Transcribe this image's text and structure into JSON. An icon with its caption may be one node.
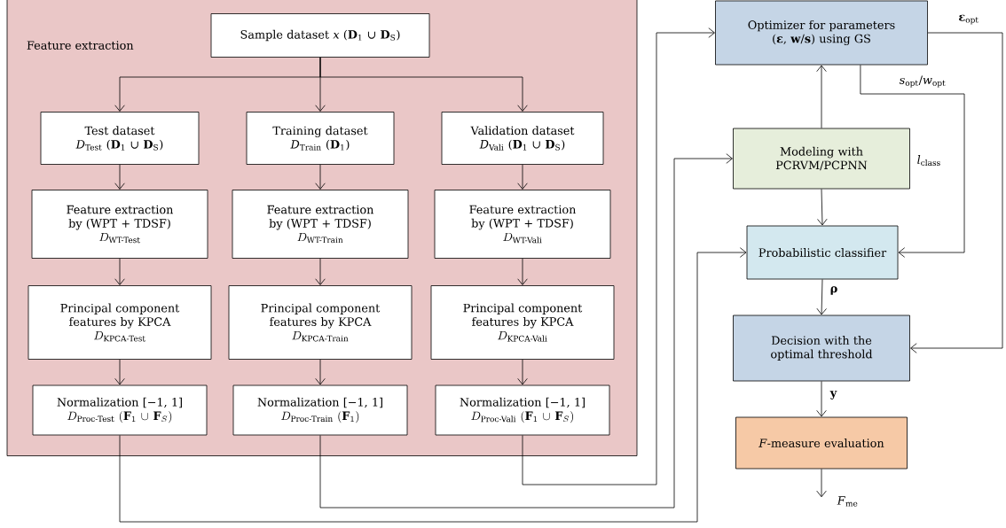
{
  "diagram": {
    "nodes": [
      {
        "text": [
          "Feature extraction"
        ]
      },
      {
        "text": [
          "Sample dataset *x* (**D**$_{1}$ ∪ **D**$_{S}$)"
        ],
        "in": 0
      },
      {
        "text": [
          "Test dataset *D*$_{Test}$ (**D**$_{1}$ ∪ **D**$_{S}$)"
        ],
        "in": 0
      },
      {
        "text": [
          "Training dataset *D*$_{Train}$ (**D**$_{1}$)"
        ],
        "in": 0
      },
      {
        "text": [
          "Validation dataset *D*$_{Vali}$ (**D**$_{1}$ ∪ **D**$_{S}$)"
        ],
        "in": 0
      },
      {
        "text": [
          "Feature extraction by (WPT + TDSF)",
          "D_{\\text{WT-Test}}"
        ],
        "in": 0
      },
      {
        "text": [
          "Feature extraction by (WPT + TDSF)",
          "D_{\\text{WT-Train}}"
        ],
        "in": 0
      },
      {
        "text": [
          "Feature extraction by (WPT + TDSF)",
          "D_{\\text{WT-Vali}}"
        ],
        "in": 0
      },
      {
        "text": [
          "Principal component features by KPCA",
          "D_{\\text{KPCA-Test}}"
        ],
        "in": 0
      },
      {
        "text": [
          "Principal component features by KPCA",
          "D_{\\text{KPCA-Train}}"
        ],
        "in": 0
      },
      {
        "text": [
          "Principal component features by KPCA",
          "D_{\\text{KPCA-Vali}}"
        ],
        "in": 0
      },
      {
        "text": [
          "Normalization [−1, 1]",
          "D_{\\text{Proc-Test}}\\ (\\mathbf{F}_1 \\cup \\mathbf{F}_S)"
        ],
        "in": 0
      },
      {
        "text": [
          "Normalization [−1, 1]",
          "D_{\\text{Proc-Train}}\\ (\\mathbf{F}_1)"
        ],
        "in": 0
      },
      {
        "text": [
          "Normalization [−1, 1]",
          "D_{\\text{Proc-Vali}}\\ (\\mathbf{F}_1 \\cup \\mathbf{F}_S)"
        ],
        "in": 0
      },
      {
        "text": [
          "Optimizer for parameters (**ε**, **w**/**s**) using GS"
        ]
      },
      {
        "text": [
          "Modeling with PCRVM/PCPNN"
        ],
        "beside": [
          "*l*$_{class}$"
        ]
      },
      {
        "text": [
          "Probabilistic classifier"
        ]
      },
      {
        "text": [
          "Decision with the optimal threshold"
        ]
      },
      {
        "text": [
          "*F*-measure evaluation"
        ]
      }
    ],
    "edges": [
      {
        "from": 1,
        "to": 2,
        "arrow": "to"
      },
      {
        "from": 1,
        "to": 3,
        "arrow": "to"
      },
      {
        "from": 1,
        "to": 4,
        "arrow": "to"
      },
      {
        "from": 2,
        "to": 5,
        "arrow": "to"
      },
      {
        "from": 3,
        "to": 6,
        "arrow": "to"
      },
      {
        "from": 4,
        "to": 7,
        "arrow": "to"
      },
      {
        "from": 5,
        "to": 8,
        "arrow": "to"
      },
      {
        "from": 6,
        "to": 9,
        "arrow": "to"
      },
      {
        "from": 7,
        "to": 10,
        "arrow": "to"
      },
      {
        "from": 8,
        "to": 11,
        "arrow": "to"
      },
      {
        "from": 9,
        "to": 12,
        "arrow": "to"
      },
      {
        "from": 10,
        "to": 13,
        "arrow": "to"
      },
      {
        "from": 13,
        "to": 14,
        "arrow": "to"
      },
      {
        "from": 12,
        "to": 15,
        "arrow": "to"
      },
      {
        "from": 11,
        "to": 16,
        "arrow": "to"
      },
      {
        "from": 15,
        "to": 14,
        "arrow": "to"
      },
      {
        "from": 15,
        "to": 16,
        "arrow": "to"
      },
      {
        "from": 14,
        "to": 16,
        "arrow": "to",
        "label": "*s*$_{opt}$/*w*$_{opt}$"
      },
      {
        "from": 14,
        "to": 17,
        "arrow": "to",
        "label": "**ε**$_{opt}$"
      },
      {
        "from": 16,
        "to": 17,
        "arrow": "to",
        "label": "ρ"
      },
      {
        "from": 17,
        "to": 18,
        "arrow": "to",
        "label": "y"
      },
      {
        "from": 18,
        "to": null,
        "arrow": "to",
        "label": "*F*$_{me}$"
      }
    ]
  }
}
